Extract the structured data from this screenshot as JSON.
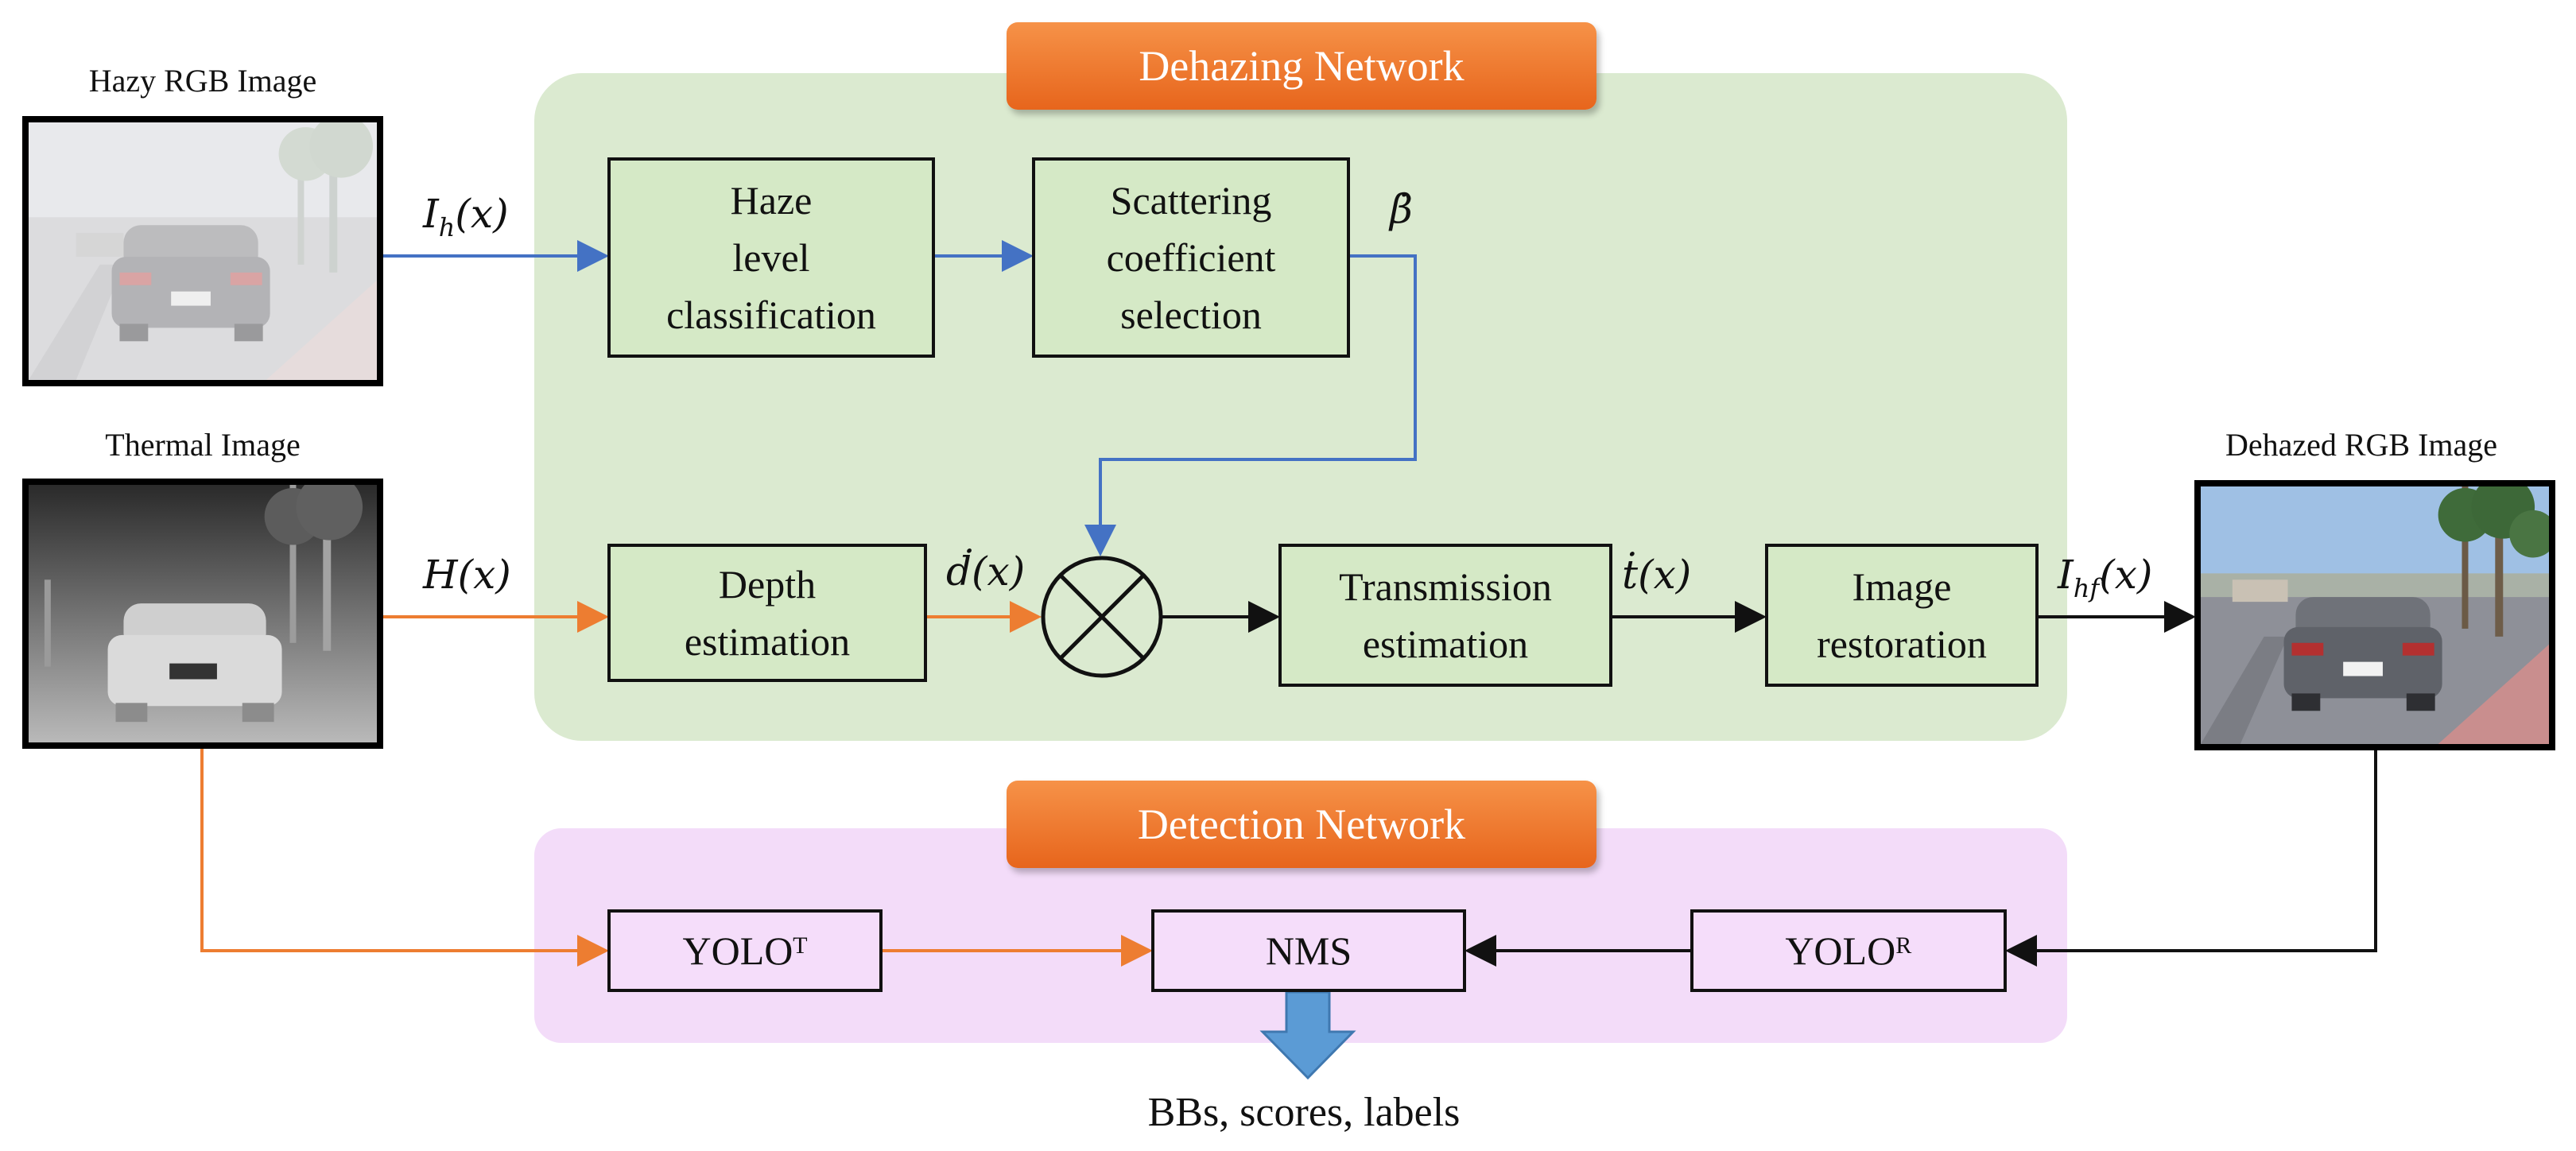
{
  "colors": {
    "dehaze_bg": "#dbead0",
    "detect_bg": "#f3dcf9",
    "banner_orange": "#ee7a2f",
    "blue_arrow": "#4472c4",
    "orange_arrow": "#ed7d31",
    "black_arrow": "#111111",
    "output_arrow": "#5b9bd5"
  },
  "banners": {
    "dehazing": "Dehazing Network",
    "detection": "Detection Network"
  },
  "images": {
    "hazy": {
      "caption": "Hazy RGB Image"
    },
    "thermal": {
      "caption": "Thermal Image"
    },
    "dehazed": {
      "caption": "Dehazed RGB Image"
    }
  },
  "boxes": {
    "haze": "Haze\nlevel\nclassification",
    "scatter": "Scattering\ncoefficient\nselection",
    "depth": "Depth\nestimation",
    "transmission": "Transmission\nestimation",
    "restoration": "Image\nrestoration",
    "yolo_t": "YOLOᵀ",
    "nms": "NMS",
    "yolo_r": "YOLOᴿ"
  },
  "symbols": {
    "ih_base": "I",
    "ih_sub": "h",
    "ih_arg": "(x)",
    "hx": "H(x)",
    "beta": "β̇",
    "dx": "ḋ(x)",
    "tx": "ṫ(x)",
    "ihf_base": "I",
    "ihf_sub": "hf",
    "ihf_arg": "(x)"
  },
  "output": "BBs, scores, labels"
}
